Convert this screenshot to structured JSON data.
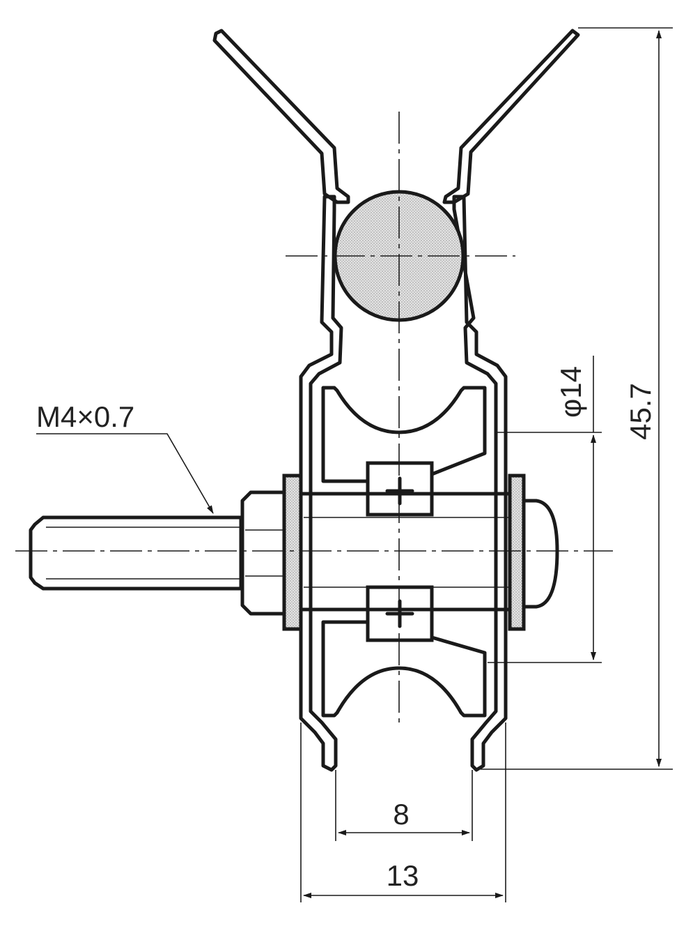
{
  "labels": {
    "thread": "M4×0.7",
    "diameter": "φ14",
    "height": "45.7",
    "inner_width": "8",
    "outer_width": "13"
  },
  "colors": {
    "line": "#1a1a1a",
    "shade_light": "#d9d9d9",
    "shade_dark": "#8f8f8f",
    "background": "#ffffff"
  }
}
